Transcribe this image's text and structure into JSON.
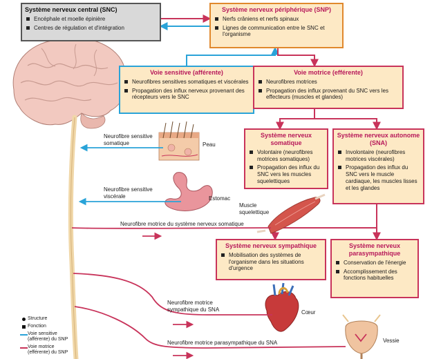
{
  "boxes": {
    "cns": {
      "title": "Système nerveux central (SNC)",
      "items": [
        "Encéphale et moelle épinière",
        "Centres de régulation et d'intégration"
      ]
    },
    "snp": {
      "title": "Système nerveux périphérique (SNP)",
      "items": [
        "Nerfs crâniens et nerfs spinaux",
        "Lignes de communication entre le SNC et l'organisme"
      ]
    },
    "sensory": {
      "title": "Voie sensitive (afférente)",
      "items": [
        "Neurofibres sensitives somatiques et viscérales",
        "Propagation des influx nerveux provenant des récepteurs vers le SNC"
      ]
    },
    "motor": {
      "title": "Voie motrice (efférente)",
      "items": [
        "Neurofibres motrices",
        "Propagation des influx provenant du SNC vers les effecteurs (muscles et glandes)"
      ]
    },
    "somatic": {
      "title": "Système nerveux somatique",
      "items": [
        "Volontaire (neurofibres motrices somatiques)",
        "Propagation des influx du SNC vers les muscles squelettiques"
      ]
    },
    "autonomic": {
      "title": "Système nerveux autonome (SNA)",
      "items": [
        "Involontaire (neurofibres motrices viscérales)",
        "Propagation des influx du SNC vers le muscle cardiaque, les muscles lisses et les glandes"
      ]
    },
    "sympathetic": {
      "title": "Système nerveux sympathique",
      "items": [
        "Mobilisation des systèmes de l'organisme dans les situations d'urgence"
      ]
    },
    "parasympathetic": {
      "title": "Système nerveux parasympathique",
      "items": [
        "Conservation de l'énergie",
        "Accomplissement des fonctions habituelles"
      ]
    }
  },
  "labels": {
    "skin_fiber": "Neurofibre sensitive somatique",
    "skin": "Peau",
    "stomach_fiber": "Neurofibre sensitive viscérale",
    "stomach": "Estomac",
    "muscle": "Muscle squelettique",
    "somatic_motor": "Neurofibre motrice du système nerveux somatique",
    "symp_motor": "Neurofibre motrice sympathique du SNA",
    "heart": "Cœur",
    "parasymp_motor": "Neurofibre motrice parasympathique du SNA",
    "bladder": "Vessie"
  },
  "legend": {
    "structure": "Structure",
    "function": "Fonction",
    "sensory": "Voie sensitive (afférente) du SNP",
    "motor": "Voie motrice (efférente) du SNP"
  },
  "colors": {
    "motor": "#c8335a",
    "sensory": "#29a3d8",
    "box_fill": "#fde9c5",
    "cns_fill": "#d9d9d9"
  }
}
